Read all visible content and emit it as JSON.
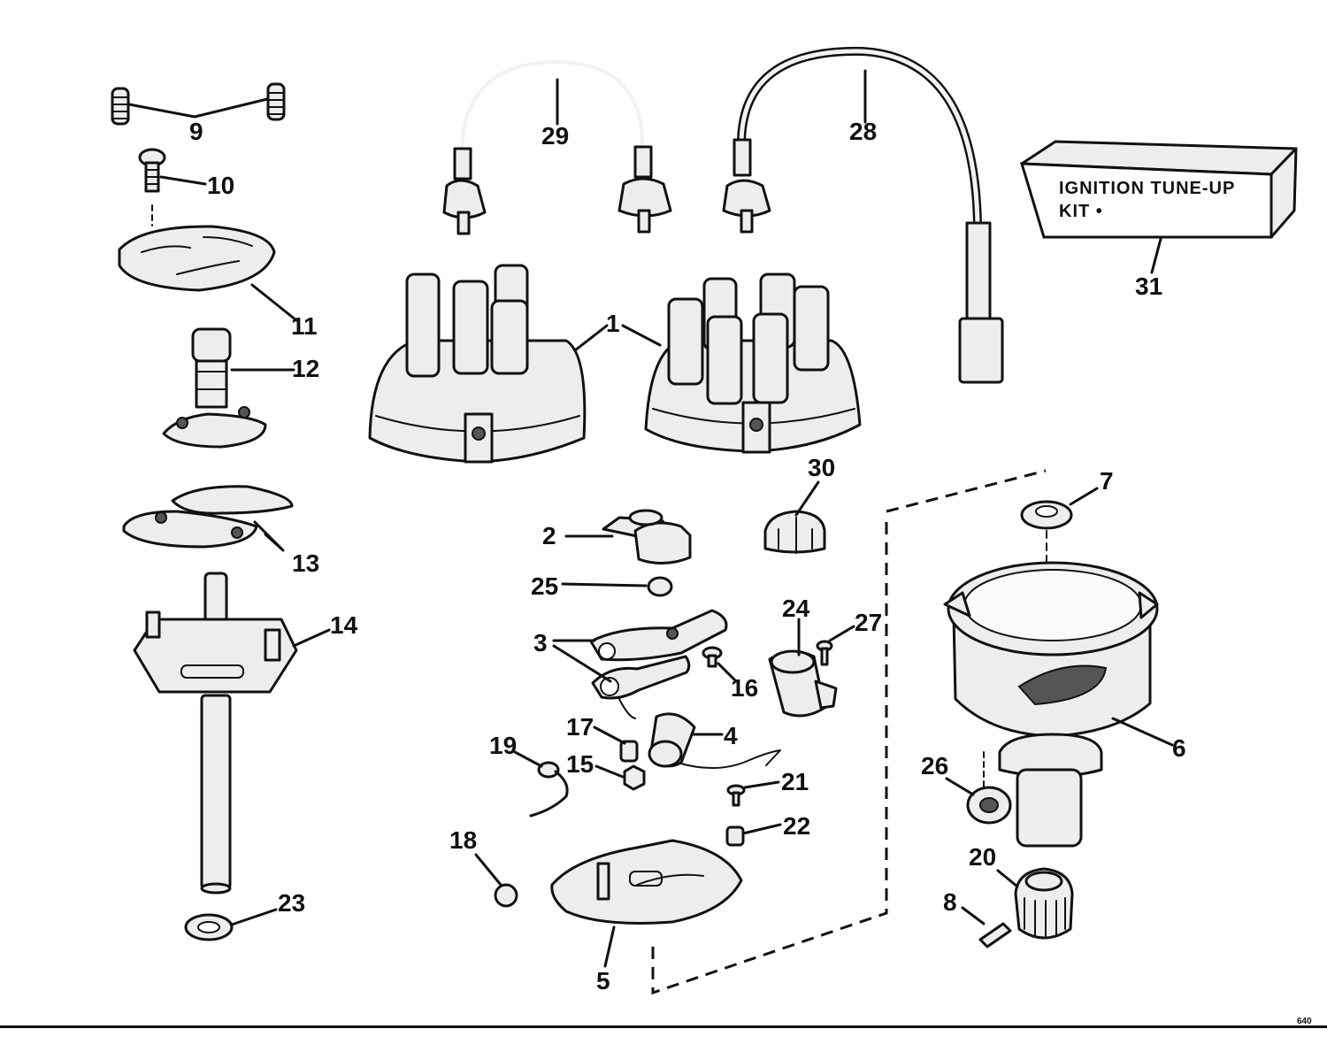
{
  "diagram": {
    "kit_label_line1": "IGNITION TUNE-UP",
    "kit_label_line2": "KIT •",
    "figure_code": "640",
    "callouts": [
      {
        "id": "c1",
        "label": "1"
      },
      {
        "id": "c2",
        "label": "2"
      },
      {
        "id": "c3",
        "label": "3"
      },
      {
        "id": "c4",
        "label": "4"
      },
      {
        "id": "c5",
        "label": "5"
      },
      {
        "id": "c6",
        "label": "6"
      },
      {
        "id": "c7",
        "label": "7"
      },
      {
        "id": "c8",
        "label": "8"
      },
      {
        "id": "c9",
        "label": "9"
      },
      {
        "id": "c10",
        "label": "10"
      },
      {
        "id": "c11",
        "label": "11"
      },
      {
        "id": "c12",
        "label": "12"
      },
      {
        "id": "c13",
        "label": "13"
      },
      {
        "id": "c14",
        "label": "14"
      },
      {
        "id": "c15",
        "label": "15"
      },
      {
        "id": "c16",
        "label": "16"
      },
      {
        "id": "c17",
        "label": "17"
      },
      {
        "id": "c18",
        "label": "18"
      },
      {
        "id": "c19",
        "label": "19"
      },
      {
        "id": "c20",
        "label": "20"
      },
      {
        "id": "c21",
        "label": "21"
      },
      {
        "id": "c22",
        "label": "22"
      },
      {
        "id": "c23",
        "label": "23"
      },
      {
        "id": "c24",
        "label": "24"
      },
      {
        "id": "c25",
        "label": "25"
      },
      {
        "id": "c26",
        "label": "26"
      },
      {
        "id": "c27",
        "label": "27"
      },
      {
        "id": "c28",
        "label": "28"
      },
      {
        "id": "c29",
        "label": "29"
      },
      {
        "id": "c30",
        "label": "30"
      },
      {
        "id": "c31",
        "label": "31"
      }
    ]
  }
}
